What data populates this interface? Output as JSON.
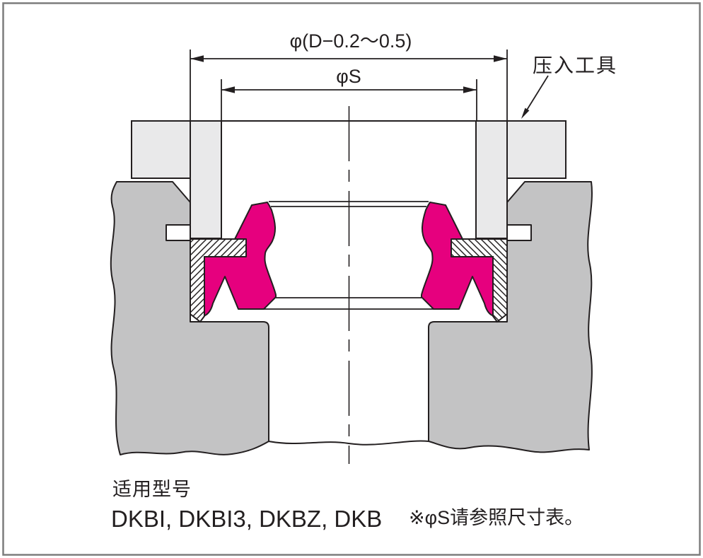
{
  "diagram": {
    "dim_outer_label": "φ(D−0.2〜0.5)",
    "dim_inner_label": "φS",
    "tool_label": "压入工具",
    "colors": {
      "line": "#231f20",
      "seal": "#e6007e",
      "housing": "#c3c3c4",
      "tool": "#e9e9ea",
      "frame": "#7d7d7d",
      "paper": "#ffffff"
    }
  },
  "caption": {
    "title": "适用型号",
    "models": "DKBI, DKBI3, DKBZ, DKB",
    "note": "※φS请参照尺寸表。"
  }
}
